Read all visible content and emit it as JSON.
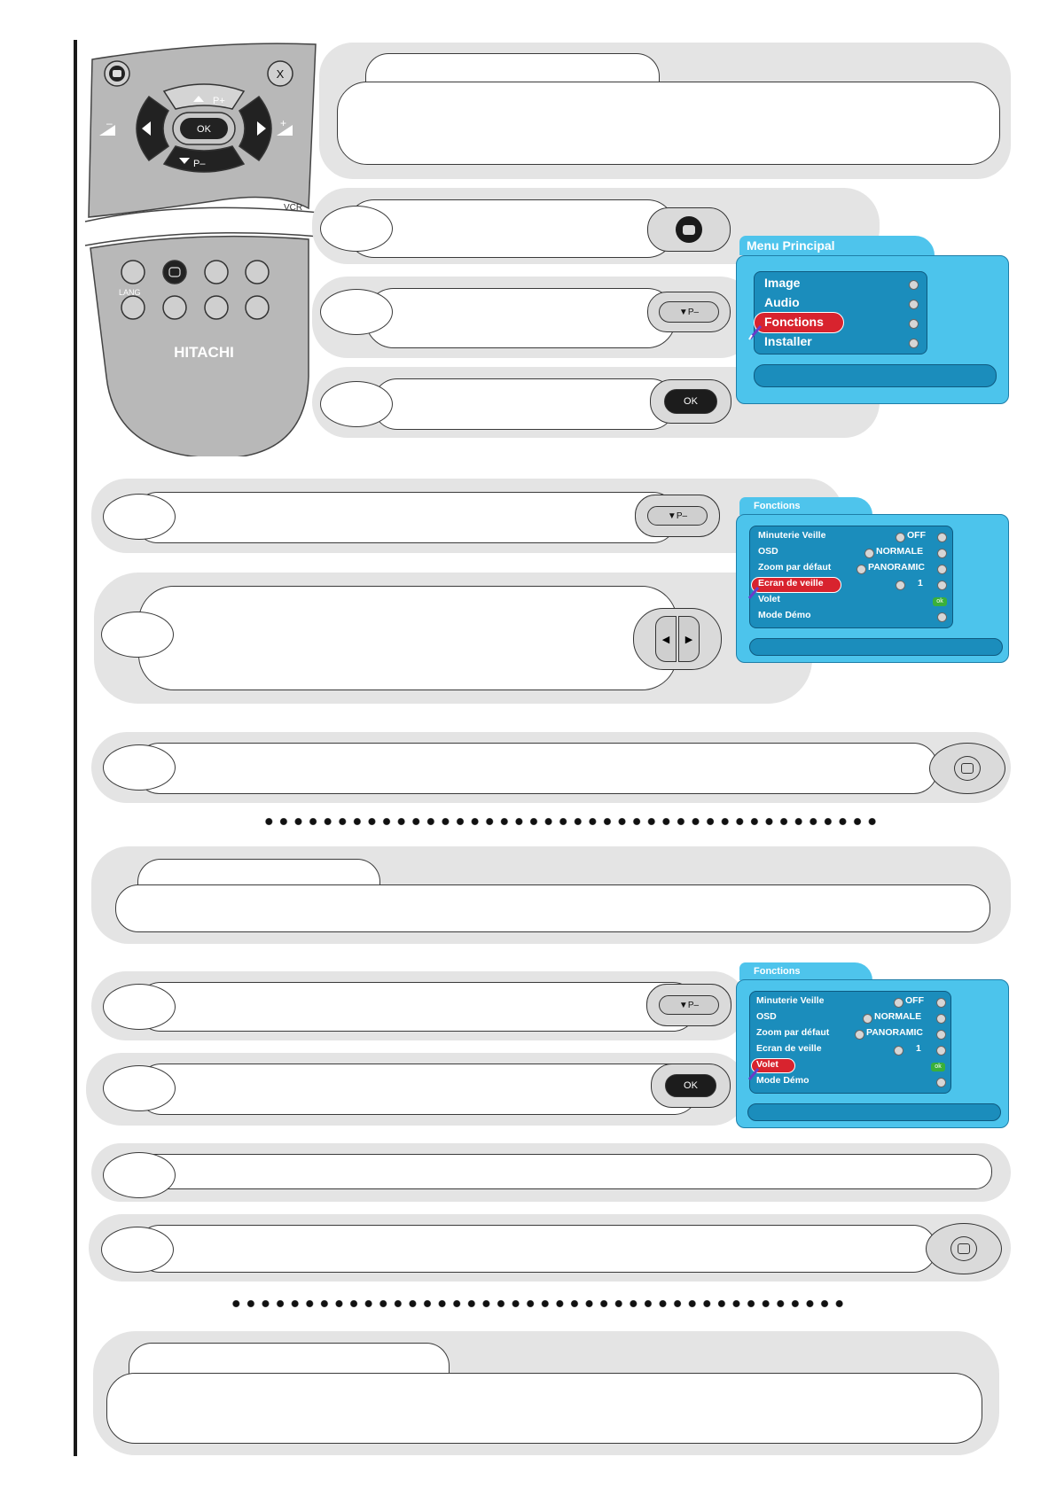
{
  "remote": {
    "brand": "HITACHI",
    "ok_label": "OK",
    "p_plus": "P+",
    "p_minus": "P–",
    "x_label": "X",
    "vcr_label": "VCR",
    "lang_label": "LANG",
    "minus_label": "–",
    "plus_label": "+"
  },
  "buttons": {
    "ok": "OK",
    "p_minus": "P–"
  },
  "menu_principal": {
    "title": "Menu Principal",
    "items": [
      "Image",
      "Audio",
      "Fonctions",
      "Installer"
    ],
    "selected": "Fonctions"
  },
  "fonctions_menu_1": {
    "title": "Fonctions",
    "rows": [
      {
        "label": "Minuterie Veille",
        "value": "OFF"
      },
      {
        "label": "OSD",
        "value": "NORMALE"
      },
      {
        "label": "Zoom par défaut",
        "value": "PANORAMIC"
      },
      {
        "label": "Ecran de veille",
        "value": "1"
      },
      {
        "label": "Volet",
        "value": "ok"
      },
      {
        "label": "Mode Démo",
        "value": ""
      }
    ],
    "selected": "Ecran de veille"
  },
  "fonctions_menu_2": {
    "title": "Fonctions",
    "rows": [
      {
        "label": "Minuterie Veille",
        "value": "OFF"
      },
      {
        "label": "OSD",
        "value": "NORMALE"
      },
      {
        "label": "Zoom par défaut",
        "value": "PANORAMIC"
      },
      {
        "label": "Ecran de veille",
        "value": "1"
      },
      {
        "label": "Volet",
        "value": "ok"
      },
      {
        "label": "Mode Démo",
        "value": ""
      }
    ],
    "selected": "Volet"
  }
}
